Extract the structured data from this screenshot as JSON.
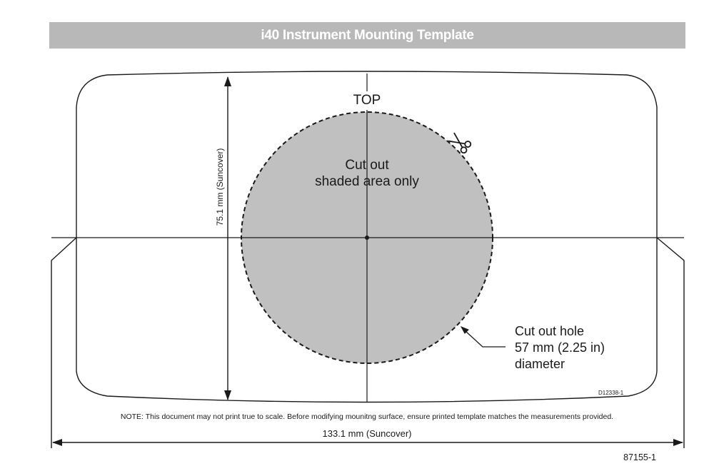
{
  "title": "i40 Instrument Mounting Template",
  "top_label": "TOP",
  "cutout_instruction": [
    "Cut out",
    "shaded area only"
  ],
  "hole_note": [
    "Cut out hole",
    "57 mm (2.25 in)",
    "diameter"
  ],
  "height_dimension": "75.1 mm (Suncover)",
  "width_dimension": "133.1 mm (Suncover)",
  "drawing_ref": "D12338-1",
  "note": "NOTE: This document may not print true to scale. Before modifying mounitng surface, ensure printed template matches the measurements provided.",
  "doc_number": "87155-1",
  "icons": {
    "scissors": "scissors-icon"
  },
  "colors": {
    "title_bar": "#b8b8b8",
    "shaded_area": "#c0c0c0",
    "lines": "#1a1a1a"
  }
}
